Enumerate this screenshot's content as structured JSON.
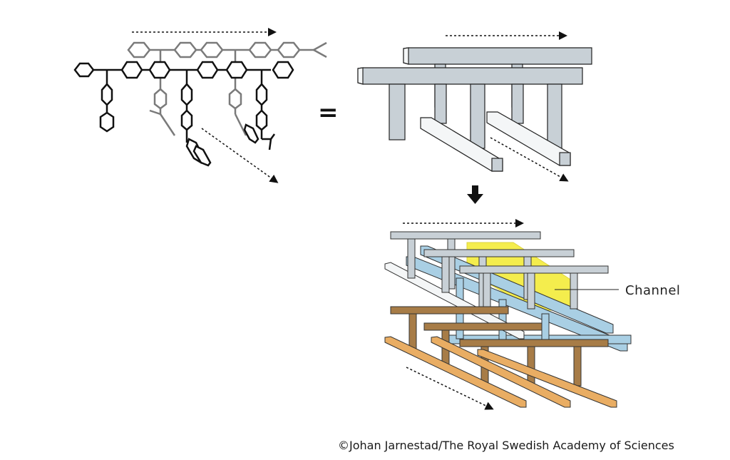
{
  "figure": {
    "equals_sign": "=",
    "channel_label": "Channel",
    "credit": "©Johan Jarnestad/The Royal Swedish Academy of Sciences",
    "panels": [
      {
        "name": "molecular-structure",
        "description": "Polymer backbone with phenyl ring side chains, two layers (black and grey)"
      },
      {
        "name": "schematic-comb",
        "description": "Grey comb-like T-beam representation of the molecules"
      },
      {
        "name": "stacked-framework",
        "description": "Stacked comb layers forming a framework with a channel"
      }
    ],
    "colors": {
      "grey_beam": "#c8d0d6",
      "white_beam": "#f4f6f7",
      "blue_beam": "#a9cfe4",
      "brown_beam": "#a77c47",
      "orange_beam": "#e9ad63",
      "channel_fill": "#f3ea2e",
      "molecule_black": "#111111",
      "molecule_grey": "#7a7a7a"
    }
  }
}
